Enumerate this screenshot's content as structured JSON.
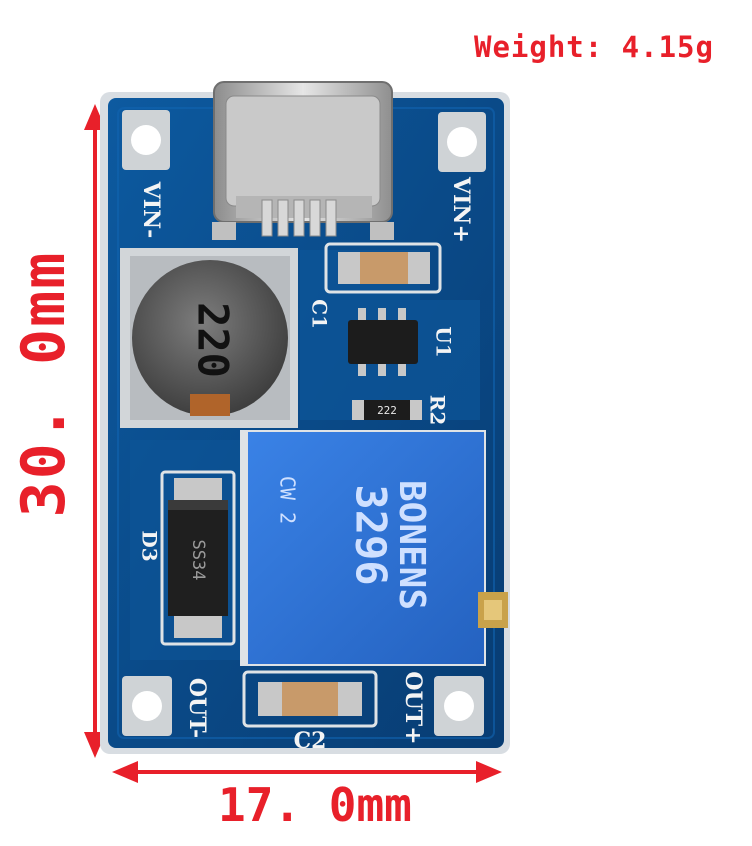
{
  "weight_text": "Weight: 4.15g",
  "dimension_height": "30. 0mm",
  "dimension_width": "17. 0mm",
  "silkscreen": {
    "vin_minus": "VIN-",
    "vin_plus": "VIN+",
    "out_minus": "OUT-",
    "out_plus": "OUT+",
    "c1": "C1",
    "c2": "C2",
    "u1": "U1",
    "r2": "R2",
    "d3": "D3"
  },
  "components": {
    "inductor_code": "220",
    "diode_code": "SS34",
    "resistor_code": "222",
    "pot_brand": "BONENS",
    "pot_model": "3296",
    "pot_marking": "CW 2"
  },
  "colors": {
    "dimension": "#e8202a",
    "pcb": "#0a4c8c",
    "potentiometer": "#2f74d8"
  }
}
